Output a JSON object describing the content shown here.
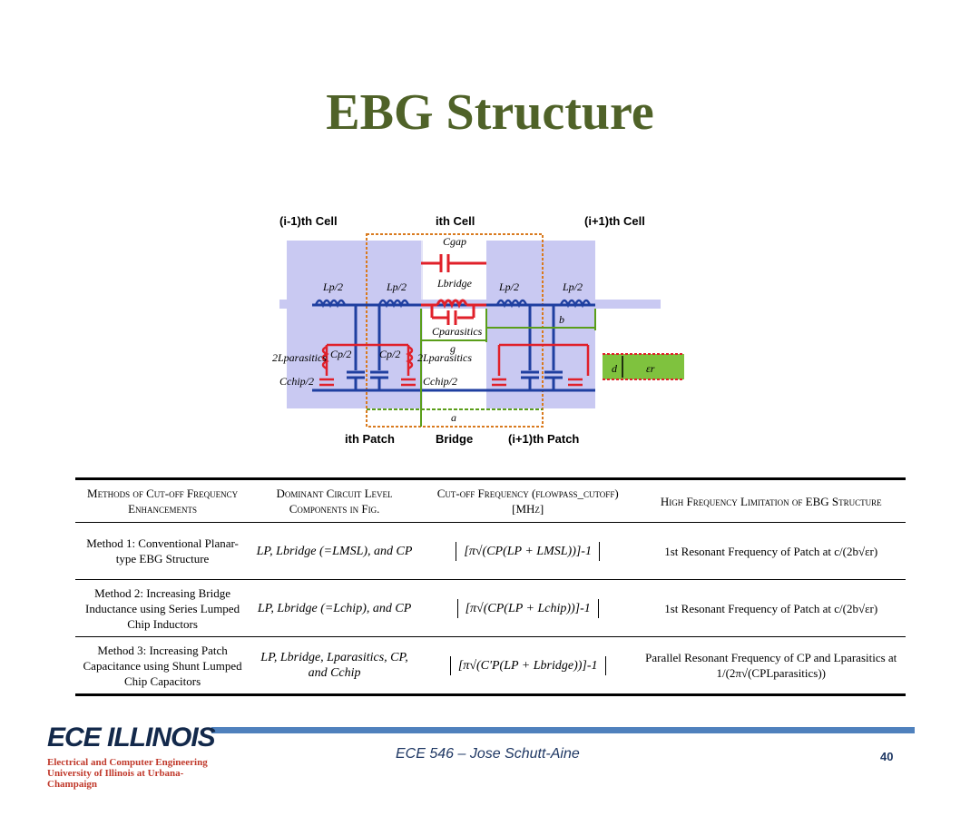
{
  "slide": {
    "title": "EBG Structure",
    "page_number": "40",
    "course": "ECE 546 – Jose Schutt-Aine"
  },
  "logo": {
    "text": "ECE ILLINOIS",
    "line1": "Electrical and Computer Engineering",
    "line2": "University of Illinois at Urbana-Champaign"
  },
  "diagram": {
    "cell_prev": "(i-1)th Cell",
    "cell_curr": "ith Cell",
    "cell_next": "(i+1)th Cell",
    "patch_curr": "ith Patch",
    "bridge": "Bridge",
    "patch_next": "(i+1)th Patch",
    "lp2_a": "Lp/2",
    "lp2_b": "Lp/2",
    "lp2_c": "Lp/2",
    "lp2_d": "Lp/2",
    "cgap": "Cgap",
    "lbridge": "Lbridge",
    "cparasitics": "Cparasitics",
    "g": "g",
    "a": "a",
    "b": "b",
    "d": "d",
    "er": "εr",
    "cp2_a": "Cp/2",
    "cp2_b": "Cp/2",
    "lpar_a": "2Lparasitics",
    "lpar_b": "2Lparasitics",
    "cchip_a": "Cchip/2",
    "cchip_b": "Cchip/2"
  },
  "table": {
    "headers": [
      "Methods of Cut-off Frequency Enhancements",
      "Dominant Circuit Level Components in Fig.",
      "Cut-off Frequency (flowpass_cutoff) [MHz]",
      "High Frequency Limitation of EBG Structure"
    ],
    "rows": [
      {
        "method": "Method 1: Conventional Planar-type EBG Structure",
        "components": "LP, Lbridge (=LMSL), and CP",
        "cutoff": "[π√(CP(LP + LMSL))]-1",
        "limitation": "1st Resonant Frequency of Patch at c/(2b√εr)"
      },
      {
        "method": "Method 2: Increasing Bridge Inductance using Series Lumped Chip Inductors",
        "components": "LP, Lbridge (=Lchip), and CP",
        "cutoff": "[π√(CP(LP + Lchip))]-1",
        "limitation": "1st Resonant Frequency of Patch at c/(2b√εr)"
      },
      {
        "method": "Method 3: Increasing Patch Capacitance using Shunt Lumped Chip Capacitors",
        "components": "LP, Lbridge, Lparasitics, CP, and Cchip",
        "cutoff": "[π√(C'P(LP + Lbridge))]-1",
        "limitation": "Parallel Resonant Frequency of CP and Lparasitics at 1/(2π√(CPLparasitics))"
      }
    ]
  },
  "colors": {
    "title": "#4f6228",
    "bar": "#4f81bd",
    "circuit_blue": "#1f3fa0",
    "circuit_red": "#e0202a",
    "box_orange": "#d97a1e",
    "dim_green": "#5a9e1a"
  }
}
